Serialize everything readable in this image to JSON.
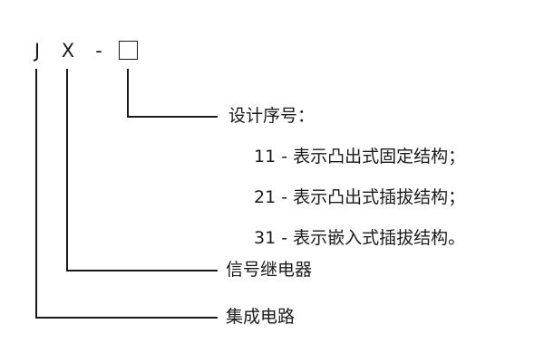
{
  "diagram": {
    "type": "model-designation-breakdown",
    "code": {
      "chars": [
        {
          "text": "J",
          "kind": "letter"
        },
        {
          "text": "X",
          "kind": "letter"
        },
        {
          "text": "-",
          "kind": "dash"
        }
      ],
      "box": {
        "label": "",
        "note": "empty square placeholder for design serial number"
      }
    },
    "callouts": [
      {
        "name": "design-serial-number",
        "title": "设计序号：",
        "items": [
          "11 - 表示凸出式固定结构；",
          "21 - 表示凸出式插拔结构；",
          "31 - 表示嵌入式插拔结构。"
        ]
      },
      {
        "name": "signal-relay",
        "title": "信号继电器",
        "items": []
      },
      {
        "name": "integrated-circuit",
        "title": "集成电路",
        "items": []
      }
    ],
    "colors": {
      "line": "#1a1a1a",
      "text": "#1a1a1a",
      "background": "#ffffff"
    }
  }
}
